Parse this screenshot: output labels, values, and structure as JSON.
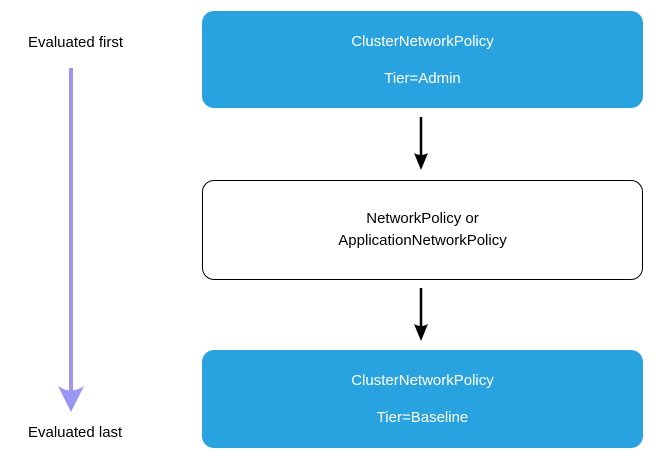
{
  "labels": {
    "evaluated_first": "Evaluated first",
    "evaluated_last": "Evaluated last"
  },
  "nodes": [
    {
      "style": "blue-filled",
      "lines": [
        "ClusterNetworkPolicy",
        "Tier=Admin"
      ]
    },
    {
      "style": "white-outlined",
      "lines": [
        "NetworkPolicy or",
        "ApplicationNetworkPolicy"
      ]
    },
    {
      "style": "blue-filled",
      "lines": [
        "ClusterNetworkPolicy",
        "Tier=Baseline"
      ]
    }
  ],
  "colors": {
    "node_blue": "#29A3E0",
    "node_text_on_blue": "#FFFFFF",
    "outline_border": "#000000",
    "arrow_black": "#000000",
    "arrow_purple": "#9B96F2",
    "background": "#FFFFFF"
  }
}
